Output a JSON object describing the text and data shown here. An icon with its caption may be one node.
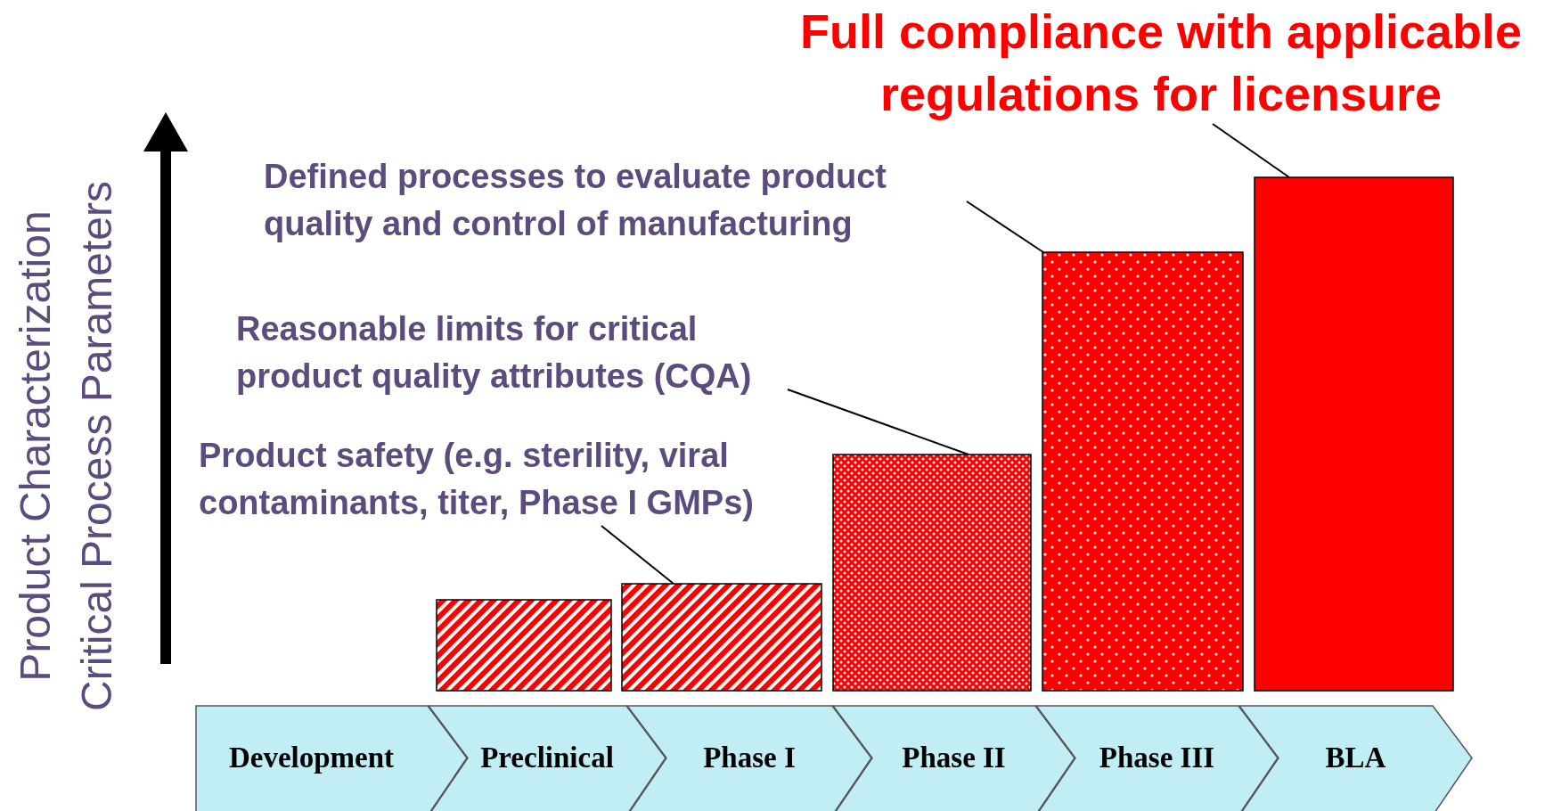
{
  "diagram": {
    "nodes": [
      {
        "text": [
          "Full compliance with applicable regulations for licensure"
        ]
      },
      {
        "text": [
          "Defined processes to evaluate product quality and control of manufacturing"
        ]
      },
      {
        "text": [
          "Reasonable limits for critical product quality attributes (CQA)"
        ]
      },
      {
        "text": [
          "Product safety (e.g. sterility, viral contaminants, titer, Phase I GMPs)"
        ]
      },
      {
        "text": [],
        "shape": "bar"
      },
      {
        "text": [],
        "shape": "bar"
      },
      {
        "text": [],
        "shape": "bar"
      },
      {
        "text": [],
        "shape": "bar"
      },
      {
        "text": [],
        "shape": "bar"
      },
      {
        "text": [
          "Development"
        ]
      },
      {
        "text": [
          "Preclinical"
        ]
      },
      {
        "text": [
          "Phase I"
        ]
      },
      {
        "text": [
          "Phase II"
        ]
      },
      {
        "text": [
          "Phase III"
        ]
      },
      {
        "text": [
          "BLA"
        ]
      }
    ],
    "edges": [
      {
        "from": 3,
        "to": 5,
        "arrow": "none"
      },
      {
        "from": 2,
        "to": 6,
        "arrow": "none"
      },
      {
        "from": 1,
        "to": 7,
        "arrow": "none"
      },
      {
        "from": 0,
        "to": 8,
        "arrow": "none"
      }
    ],
    "labels": [
      "Product Characterization",
      "Critical Process Parameters"
    ]
  }
}
